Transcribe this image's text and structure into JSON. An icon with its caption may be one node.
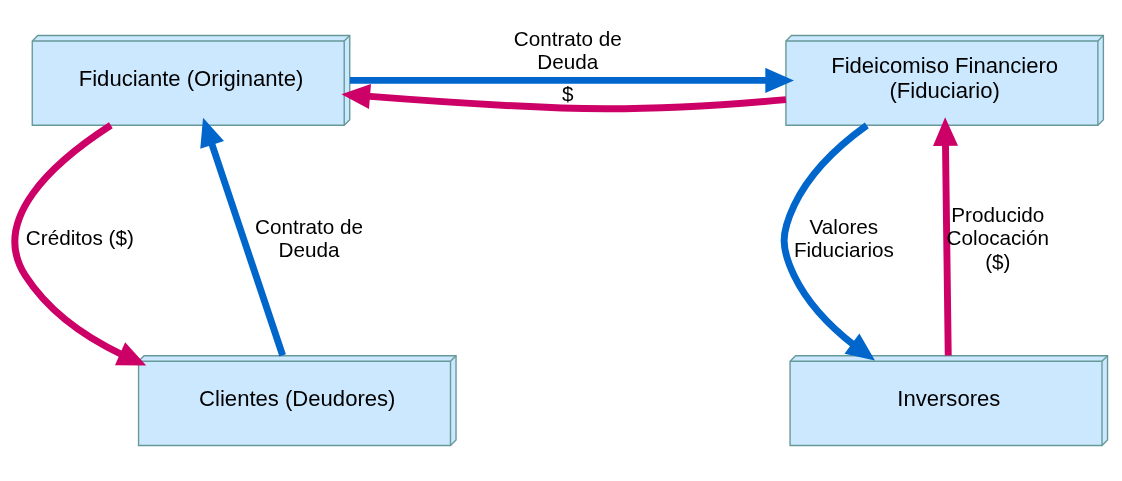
{
  "diagram": {
    "nodes": [
      {
        "text": [
          "Fiduciante (Originante)"
        ]
      },
      {
        "text": [
          "Fideicomiso Financiero (Fiduciario)"
        ]
      },
      {
        "text": [
          "Clientes (Deudores)"
        ]
      },
      {
        "text": [
          "Inversores"
        ]
      }
    ],
    "edges": [
      {
        "from": 1,
        "to": 0,
        "arrow": "to",
        "label": "$",
        "color": "#cc0066"
      },
      {
        "from": 0,
        "to": 1,
        "arrow": "to",
        "label": "Contrato de Deuda",
        "color": "#0066cc"
      },
      {
        "from": 0,
        "to": 2,
        "arrow": "to",
        "label": "Créditos ($)",
        "color": "#cc0066"
      },
      {
        "from": 2,
        "to": 0,
        "arrow": "to",
        "label": "Contrato de Deuda",
        "color": "#0066cc"
      },
      {
        "from": 1,
        "to": 3,
        "arrow": "to",
        "label": "Valores Fiduciarios",
        "color": "#0066cc"
      },
      {
        "from": 3,
        "to": 1,
        "arrow": "to",
        "label": "Producido Colocación ($)",
        "color": "#cc0066"
      }
    ]
  }
}
